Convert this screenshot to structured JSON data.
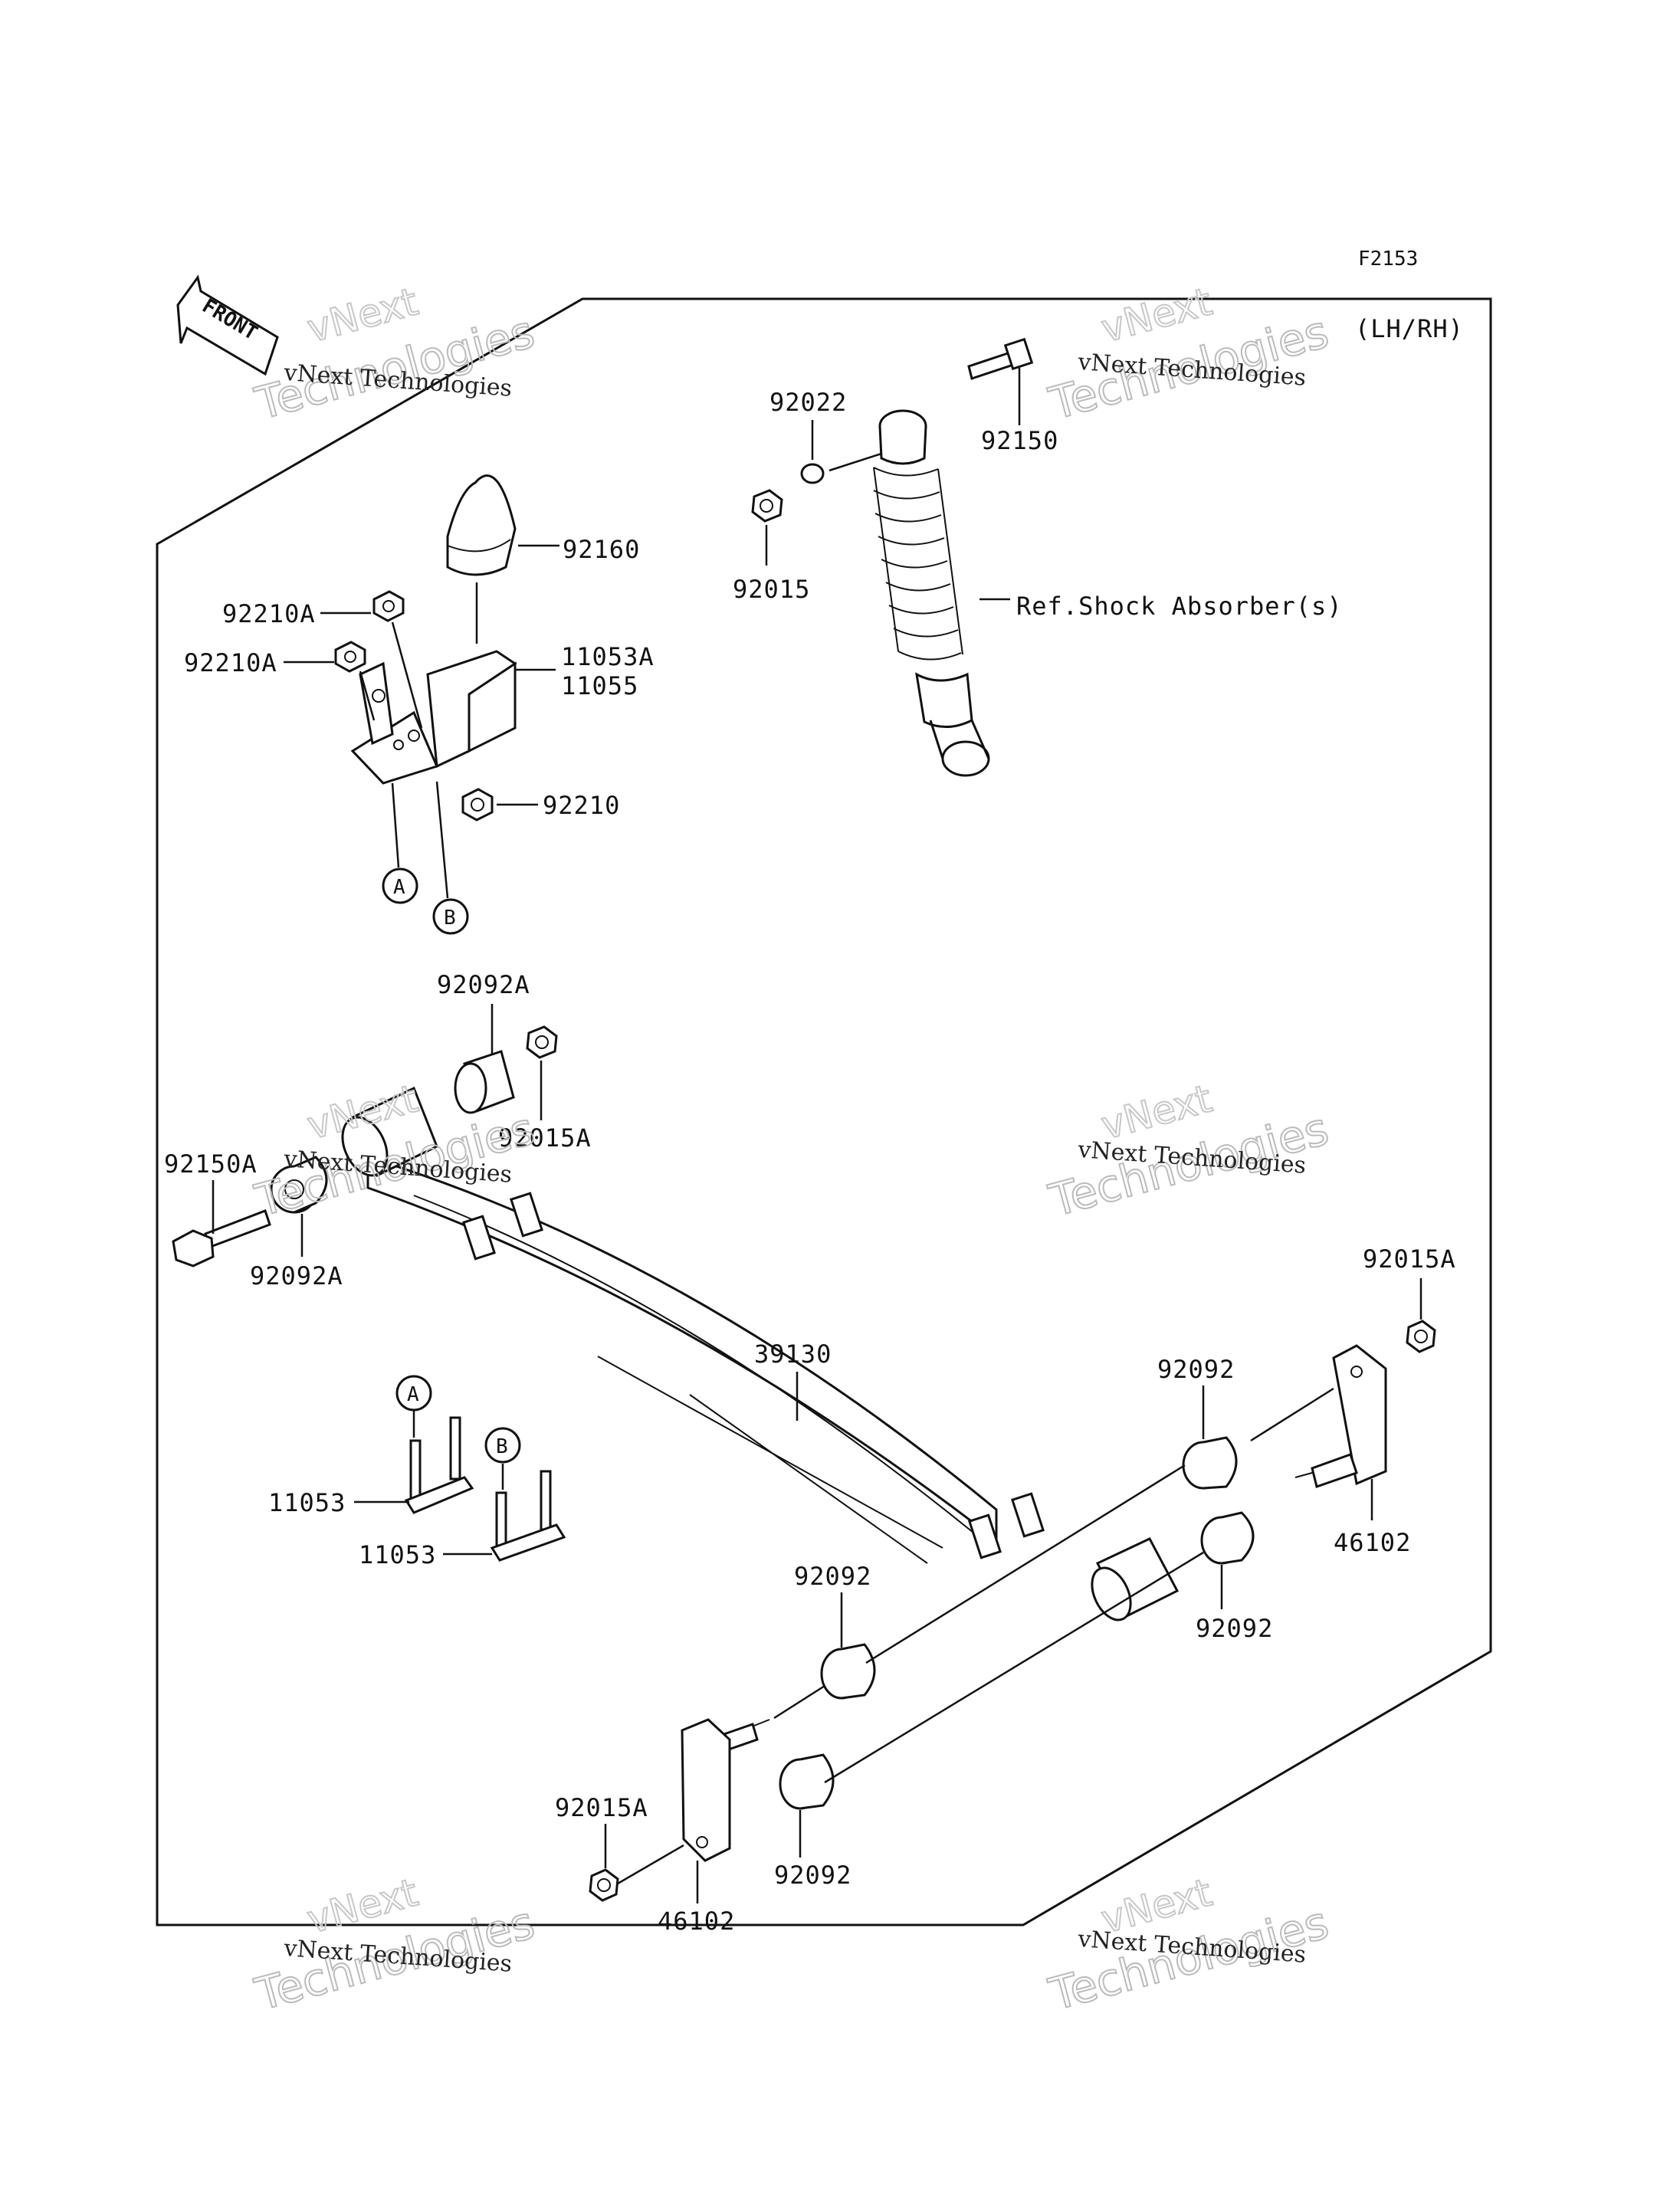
{
  "figure_code": "F2153",
  "side_note": "(LH/RH)",
  "front_label": "FRONT",
  "ref_label": "Ref.Shock Absorber(s)",
  "callouts": {
    "A_top": "A",
    "B_top": "B",
    "A_bot": "A",
    "B_bot": "B"
  },
  "part_labels": {
    "p92022": "92022",
    "p92150": "92150",
    "p92015": "92015",
    "p92160": "92160",
    "p92210A_1": "92210A",
    "p92210A_2": "92210A",
    "p11053A": "11053A",
    "p11055": "11055",
    "p92210": "92210",
    "p92092A_top": "92092A",
    "p92015A_top": "92015A",
    "p92150A": "92150A",
    "p92092A_left": "92092A",
    "p39130": "39130",
    "p92015A_right": "92015A",
    "p92092_r1": "92092",
    "p46102_right": "46102",
    "p92092_r2": "92092",
    "p92092_c": "92092",
    "p11053_1": "11053",
    "p11053_2": "11053",
    "p92015A_bot": "92015A",
    "p92092_bot": "92092",
    "p46102_bot": "46102"
  },
  "watermark": {
    "brand": "vNext",
    "company": "vNext Technologies",
    "word": "Technologies"
  }
}
